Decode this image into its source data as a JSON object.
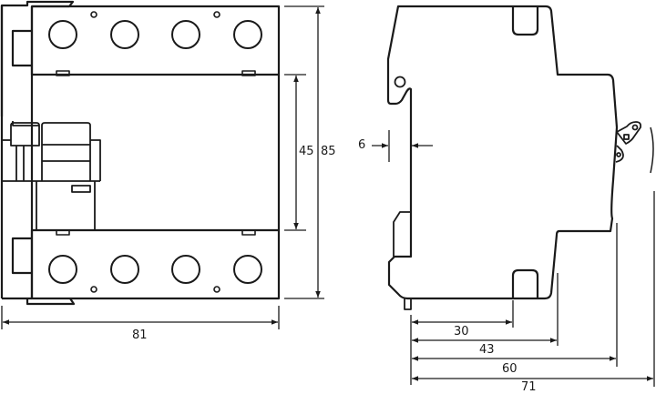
{
  "diagram": {
    "type": "technical dimension drawing",
    "subject": "4-pole modular DIN-rail device",
    "views": [
      {
        "name": "front-view"
      },
      {
        "name": "side-view"
      }
    ],
    "colors": {
      "line": "#1a1a1a",
      "background": "#ffffff"
    }
  },
  "front_view": {
    "terminal_count_top": 4,
    "terminal_count_bottom": 4,
    "dimensions": {
      "width": "81",
      "front_height": "45",
      "total_height": "85"
    }
  },
  "side_view": {
    "dimensions": {
      "rail_offset": "6",
      "depth_1": "30",
      "depth_2": "43",
      "depth_3": "60",
      "depth_4": "71"
    }
  }
}
